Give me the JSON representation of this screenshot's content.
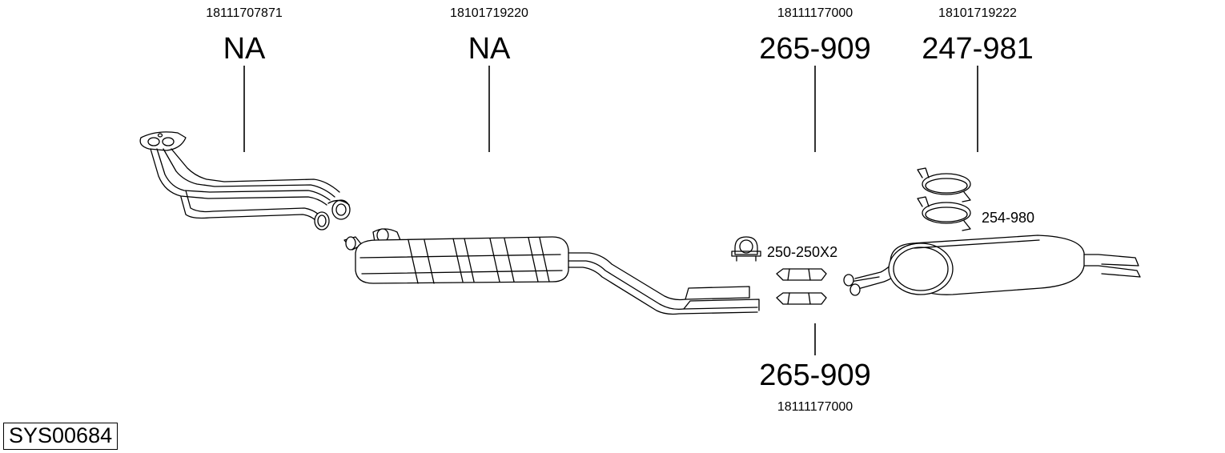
{
  "diagram": {
    "system_code": "SYS00684",
    "callouts": [
      {
        "id": "front-pipe",
        "oem": "18111707871",
        "part": "NA"
      },
      {
        "id": "center-silencer",
        "oem": "18101719220",
        "part": "NA"
      },
      {
        "id": "connector-top",
        "oem": "18111177000",
        "part": "265-909"
      },
      {
        "id": "rear-silencer",
        "oem": "18101719222",
        "part": "247-981"
      },
      {
        "id": "connector-bottom",
        "oem": "18111177000",
        "part": "265-909"
      }
    ],
    "accessories": [
      {
        "id": "clamp-pair",
        "part": "254-980"
      },
      {
        "id": "clamp-single",
        "part": "250-250X2"
      }
    ]
  }
}
